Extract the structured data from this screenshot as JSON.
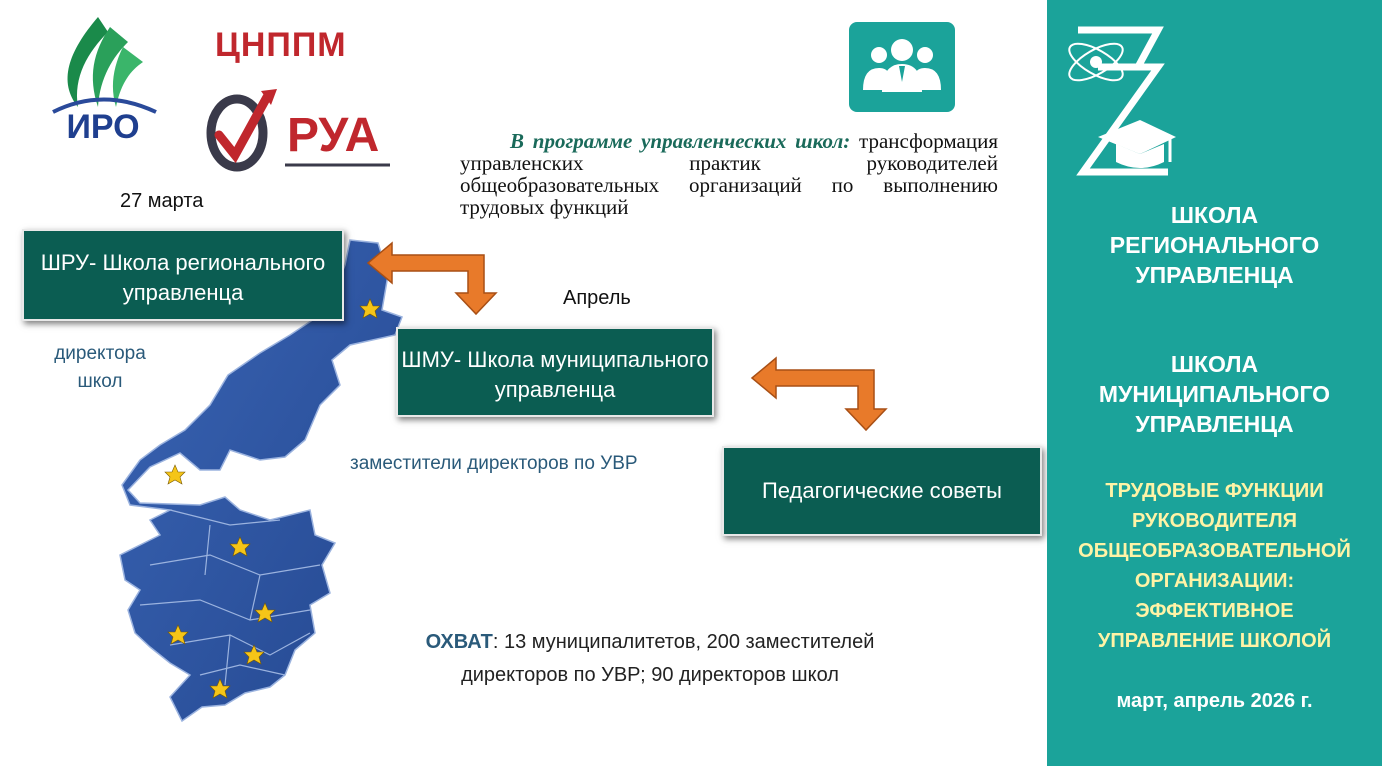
{
  "logos": {
    "iro_text": "ИРО",
    "cnppm_text": "ЦНППМ",
    "rua_text": "РУА"
  },
  "icons": {
    "people": "group-of-people-icon",
    "map_star": "star-icon"
  },
  "program": {
    "lead": "В программе управленческих школ:",
    "body": "трансформация управленских практик руководителей общеобразовательных организаций по выполнению трудовых функций"
  },
  "dates": {
    "march": "27 марта",
    "april": "Апрель"
  },
  "boxes": {
    "shru": "ШРУ- Школа регионального управленца",
    "shmu": "ШМУ- Школа муниципального управленца",
    "ped": "Педагогические советы"
  },
  "labels": {
    "directors": "директора школ",
    "deputies": "заместители директоров по УВР"
  },
  "coverage": {
    "label": "ОХВАТ",
    "text": ": 13 муниципалитетов, 200 заместителей директоров по УВР; 90 директоров школ"
  },
  "panel": {
    "school_regional": "ШКОЛА РЕГИОНАЛЬНОГО УПРАВЛЕНЦА",
    "school_municipal": "ШКОЛА МУНИЦИПАЛЬНОГО УПРАВЛЕНЦА",
    "functions": "ТРУДОВЫЕ ФУНКЦИИ РУКОВОДИТЕЛЯ ОБЩЕОБРАЗОВАТЕЛЬНОЙ ОРГАНИЗАЦИИ: ЭФФЕКТИВНОЕ УПРАВЛЕНИЕ ШКОЛОЙ",
    "dates": "март, апрель 2026 г."
  },
  "colors": {
    "teal": "#1ba39a",
    "dark_green": "#0b5d52",
    "orange": "#e87a2a",
    "map_blue": "#2f56a0",
    "yellow_text": "#fff3a6"
  }
}
